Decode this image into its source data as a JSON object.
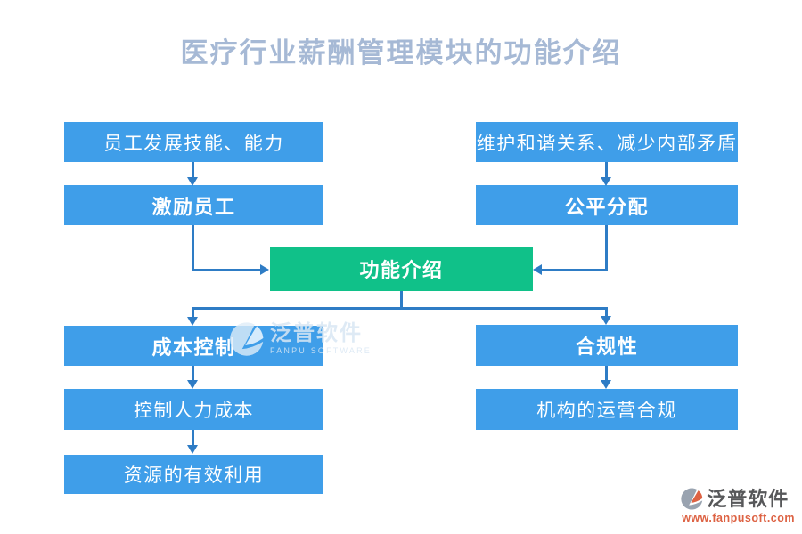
{
  "diagram": {
    "title": "医疗行业薪酬管理模块的功能介绍",
    "nodes": {
      "left_top": "员工发展技能、能力",
      "left_mid": "激励员工",
      "right_top": "维护和谐关系、减少内部矛盾",
      "right_mid": "公平分配",
      "center": "功能介绍",
      "cost_head": "成本控制",
      "cost_sub1": "控制人力成本",
      "cost_sub2": "资源的有效利用",
      "comp_head": "合规性",
      "comp_sub1": "机构的运营合规"
    }
  },
  "watermark": {
    "name": "泛普软件",
    "subtitle": "FANPU SOFTWARE"
  },
  "footer_logo": {
    "name": "泛普软件",
    "url": "www.fanpusoft.com"
  },
  "colors": {
    "node_blue": "#3F9EE9",
    "node_green": "#10C189",
    "connector_blue": "#2E7CC5",
    "title_text": "#A6B9D5",
    "logo_text_gray": "#57585A",
    "logo_orange": "#DD6243"
  }
}
